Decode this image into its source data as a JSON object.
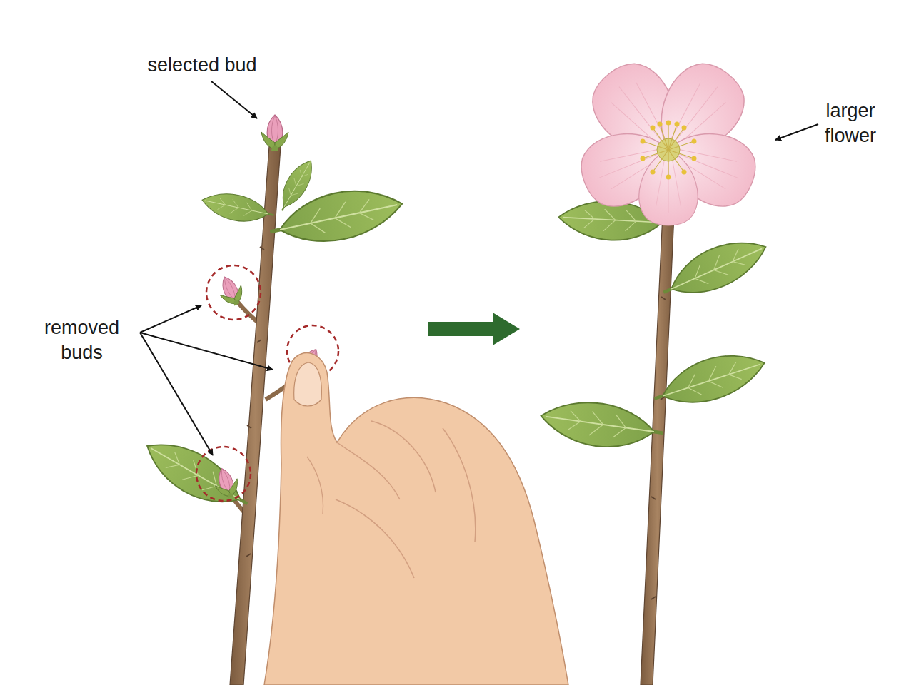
{
  "diagram": {
    "labels": [
      "selected bud",
      "removed buds",
      "larger flower"
    ]
  }
}
